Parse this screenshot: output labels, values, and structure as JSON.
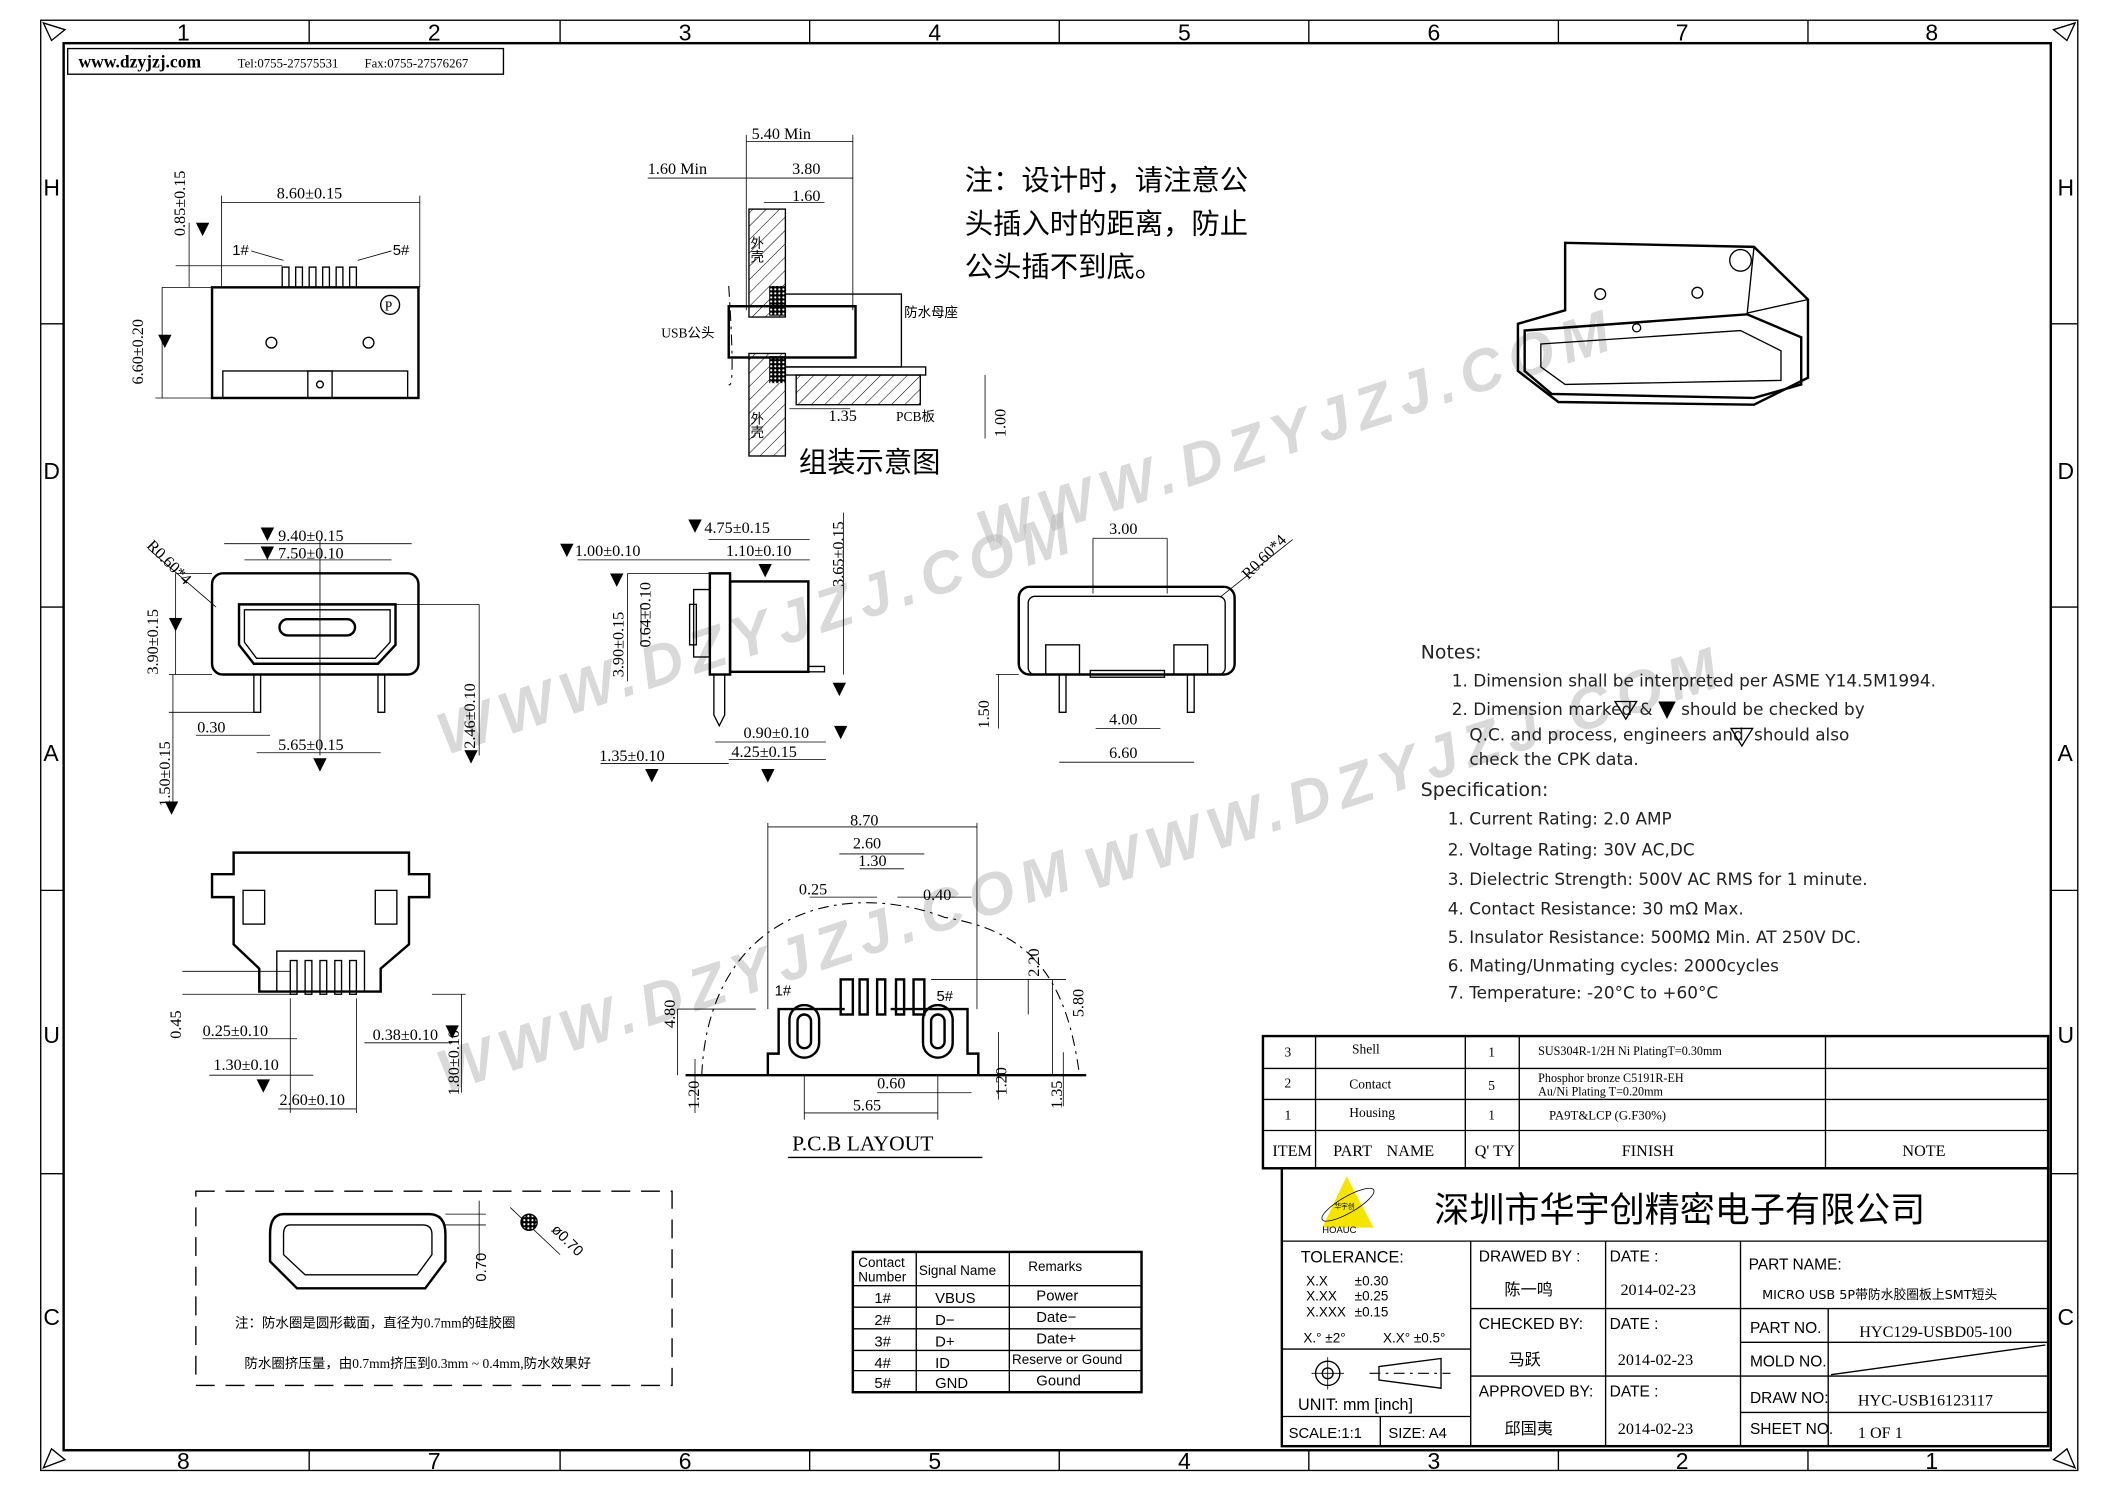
{
  "header": {
    "website": "www.dzyjzj.com",
    "tel": "Tel:0755-27575531",
    "fax": "Fax:0755-27576267"
  },
  "zones": {
    "columns": [
      "1",
      "2",
      "3",
      "4",
      "5",
      "6",
      "7",
      "8"
    ],
    "columns_bottom": [
      "8",
      "7",
      "6",
      "5",
      "4",
      "3",
      "2",
      "1"
    ],
    "rows": [
      "H",
      "D",
      "A",
      "U",
      "C"
    ]
  },
  "watermark": "WWW.DZYJZJ.COM",
  "views": {
    "top_view": {
      "dims": [
        "8.60±0.15",
        "0.85±0.15",
        "6.60±0.20"
      ],
      "pin1": "1#",
      "pin5": "5#",
      "logo": "P"
    },
    "assembly": {
      "dims": [
        "5.40 Min",
        "1.60 Min",
        "3.80",
        "1.60",
        "1.35",
        "1.00"
      ],
      "labels": {
        "shell": "外壳",
        "plug": "USB公头",
        "receptacle": "防水母座",
        "pcb": "PCB板"
      },
      "title": "组装示意图"
    },
    "design_note": [
      "注：设计时，请注意公",
      "头插入时的距离，防止",
      "公头插不到底。"
    ],
    "front_view": {
      "radius": "R0.60*4",
      "dims": [
        "9.40±0.15",
        "7.50±0.10",
        "3.90±0.15",
        "0.30",
        "5.65±0.15",
        "1.50±0.15",
        "2.46±0.10"
      ]
    },
    "side_view": {
      "dims": [
        "4.75±0.15",
        "1.00±0.10",
        "1.10±0.10",
        "3.65±0.15",
        "3.90±0.15",
        "0.64±0.10",
        "0.90±0.10",
        "4.25±0.15",
        "1.35±0.10"
      ]
    },
    "end_view": {
      "dims": [
        "3.00",
        "R0.60*4",
        "1.50",
        "4.00",
        "6.60"
      ]
    },
    "bottom_view": {
      "dims": [
        "0.45",
        "0.25±0.10",
        "0.38±0.10",
        "1.30±0.10",
        "1.80±0.10",
        "2.60±0.10"
      ]
    },
    "pcb_layout": {
      "title": "P.C.B LAYOUT",
      "pin1": "1#",
      "pin5": "5#",
      "dims": [
        "8.70",
        "2.60",
        "1.30",
        "0.25",
        "0.40",
        "2.20",
        "5.80",
        "4.80",
        "1.20",
        "0.60",
        "5.65",
        "1.20",
        "1.35"
      ]
    },
    "seal_ring": {
      "dims": [
        "0.70",
        "ø0.70"
      ],
      "notes": [
        "注：防水圈是圆形截面，直径为0.7mm的硅胶圈",
        "防水圈挤压量，由0.7mm挤压到0.3mm ~ 0.4mm,防水效果好"
      ]
    }
  },
  "notes": {
    "title": "Notes:",
    "items": [
      "1. Dimension shall be interpreted per ASME Y14.5M1994.",
      "2. Dimension marked",
      "& ",
      "should be checked by",
      "Q.C. and process, engineers and",
      "should also",
      "check the CPK data."
    ]
  },
  "specification": {
    "title": "Specification:",
    "items": [
      "1. Current Rating: 2.0 AMP",
      "2. Voltage Rating: 30V AC,DC",
      "3. Dielectric Strength: 500V AC RMS for 1 minute.",
      "4. Contact Resistance: 30 mΩ Max.",
      "5. Insulator Resistance: 500MΩ Min. AT 250V DC.",
      "6. Mating/Unmating cycles: 2000cycles",
      "7. Temperature: -20°C to +60°C"
    ]
  },
  "pin_table": {
    "headers": [
      "Contact",
      "Number",
      "Signal Name",
      "Remarks"
    ],
    "rows": [
      {
        "number": "1#",
        "signal": "VBUS",
        "remark": "Power"
      },
      {
        "number": "2#",
        "signal": "D−",
        "remark": "Date−"
      },
      {
        "number": "3#",
        "signal": "D+",
        "remark": "Date+"
      },
      {
        "number": "4#",
        "signal": "ID",
        "remark": "Reserve or Gound"
      },
      {
        "number": "5#",
        "signal": "GND",
        "remark": "Gound"
      }
    ]
  },
  "bom": {
    "headers": [
      "ITEM",
      "PART NAME",
      "Q' TY",
      "FINISH",
      "NOTE"
    ],
    "rows": [
      {
        "item": "3",
        "part": "Shell",
        "qty": "1",
        "finish": "SUS304R-1/2H  Ni  PlatingT=0.30mm",
        "finish2": "",
        "note": ""
      },
      {
        "item": "2",
        "part": "Contact",
        "qty": "5",
        "finish": "Phosphor bronze C5191R-EH",
        "finish2": "Au/Ni  Plating  T=0.20mm",
        "note": ""
      },
      {
        "item": "1",
        "part": "Housing",
        "qty": "1",
        "finish": "PA9T&LCP (G.F30%)",
        "finish2": "",
        "note": ""
      }
    ]
  },
  "title_block": {
    "company": "深圳市华宇创精密电子有限公司",
    "logo_text": "HOAUC",
    "logo_cn": "华宇创",
    "tolerance_label": "TOLERANCE:",
    "tolerances": [
      [
        "X.X",
        "±0.30"
      ],
      [
        "X.XX",
        "±0.25"
      ],
      [
        "X.XXX",
        "±0.15"
      ]
    ],
    "angle_tol": [
      "X.° ±2°",
      "X.X° ±0.5°"
    ],
    "unit": "UNIT:  mm  [inch]",
    "scale": "SCALE:1:1",
    "size": "SIZE:  A4",
    "drawed_by_label": "DRAWED BY :",
    "drawed_by": "陈一鸣",
    "checked_by_label": "CHECKED BY:",
    "checked_by": "马跃",
    "approved_by_label": "APPROVED BY:",
    "approved_by": "邱国夷",
    "date_label": "DATE :",
    "dates": [
      "2014-02-23",
      "2014-02-23",
      "2014-02-23"
    ],
    "part_name_label": "PART NAME:",
    "part_name": "MICRO USB 5P带防水胶圈板上SMT短头",
    "part_no_label": "PART NO.",
    "part_no": "HYC129-USBD05-100",
    "mold_no_label": "MOLD NO.",
    "draw_no_label": "DRAW NO:",
    "draw_no": "HYC-USB16123117",
    "sheet_no_label": "SHEET NO.",
    "sheet_no": "1 OF 1"
  }
}
